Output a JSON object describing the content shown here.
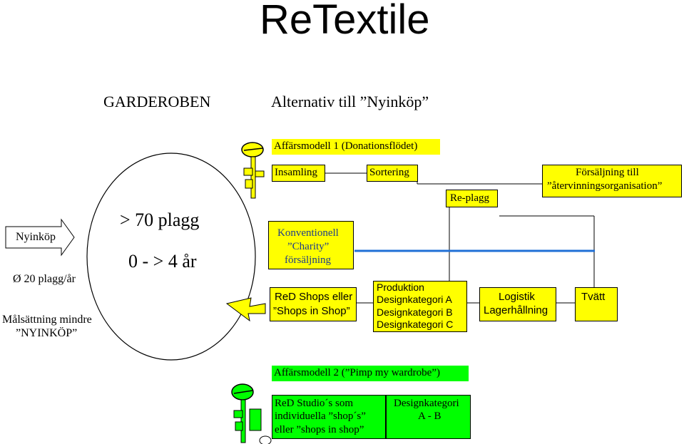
{
  "title": "ReTextile",
  "header": {
    "left": "GARDEROBEN",
    "right": "Alternativ till ”Nyinköp”"
  },
  "left_panel": {
    "arrow_label": "Nyinköp",
    "avg_label": "Ø 20 plagg/år",
    "goal_line1": "Målsättning mindre",
    "goal_line2": "”NYINKÖP”"
  },
  "circle": {
    "line1": "> 70 plagg",
    "line2": "0 - > 4 år"
  },
  "model1": {
    "title": "Affärsmodell 1 (Donationsflödet)",
    "insamling": "Insamling",
    "sortering": "Sortering",
    "replagg": "Re-plagg",
    "forsaljning_line1": "Försäljning till",
    "forsaljning_line2": "”återvinningsorganisation”",
    "konventionell_line1": "Konventionell",
    "konventionell_line2": "”Charity”",
    "konventionell_line3": "försäljning",
    "redshops_line1": "ReD Shops eller",
    "redshops_line2": "”Shops in Shop”",
    "produktion_line1": "Produktion",
    "produktion_line2": "Designkategori A",
    "produktion_line3": "Designkategori B",
    "produktion_line4": "Designkategori C",
    "logistik_line1": "Logistik",
    "logistik_line2": "Lagerhållning",
    "tvatt": "Tvätt"
  },
  "model2": {
    "title": "Affärsmodell 2 (”Pimp my wardrobe”)",
    "studio_line1": "ReD Studio´s som",
    "studio_line2": "individuella ”shop´s”",
    "studio_line3": "eller ”shops in shop”",
    "design_line1": "Designkategori",
    "design_line2": "A - B"
  },
  "colors": {
    "yellow": "#ffff00",
    "green": "#00ff00",
    "connector_blue": "#1f6fd6",
    "text_blue": "#1f3d8a"
  },
  "icons": [
    "key-icon",
    "key-icon"
  ]
}
